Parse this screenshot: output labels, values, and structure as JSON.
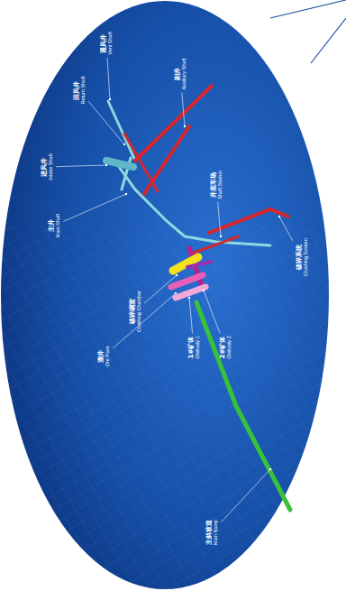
{
  "diagram": {
    "labels": [
      "进风井",
      "Intake Shaft",
      "回风井",
      "Return Shaft",
      "通风井",
      "Vent Shaft",
      "主井",
      "Main Shaft",
      "副井",
      "Auxiliary Shaft",
      "井底车场",
      "Shaft Station",
      "破碎硐室",
      "Crushing Chamber",
      "溜井",
      "Ore Pass",
      "1#矿体",
      "Orebody 1",
      "2#矿体",
      "Orebody 2",
      "破碎系统",
      "Crushing System",
      "主斜坡道",
      "Main Ramp"
    ]
  }
}
